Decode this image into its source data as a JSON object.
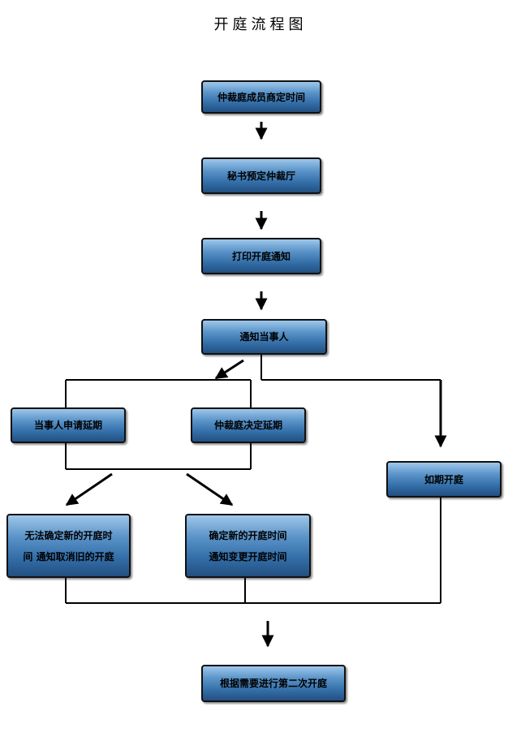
{
  "title": "开庭流程图",
  "nodes": {
    "arbitrators_set_time": "仲裁庭成员商定时间",
    "secretary_books_room": "秘书预定仲裁厅",
    "print_notice": "打印开庭通知",
    "notify_parties": "通知当事人",
    "party_requests_delay": "当事人申请延期",
    "tribunal_decides_delay": "仲裁庭决定延期",
    "hearing_as_scheduled": "如期开庭",
    "cannot_set_new_time_line1": "无法确定新的开庭时",
    "cannot_set_new_time_line2": "间 通知取消旧的开庭",
    "new_time_line1": "确定新的开庭时间",
    "new_time_line2": "通知变更开庭时间",
    "second_hearing": "根据需要进行第二次开庭"
  }
}
